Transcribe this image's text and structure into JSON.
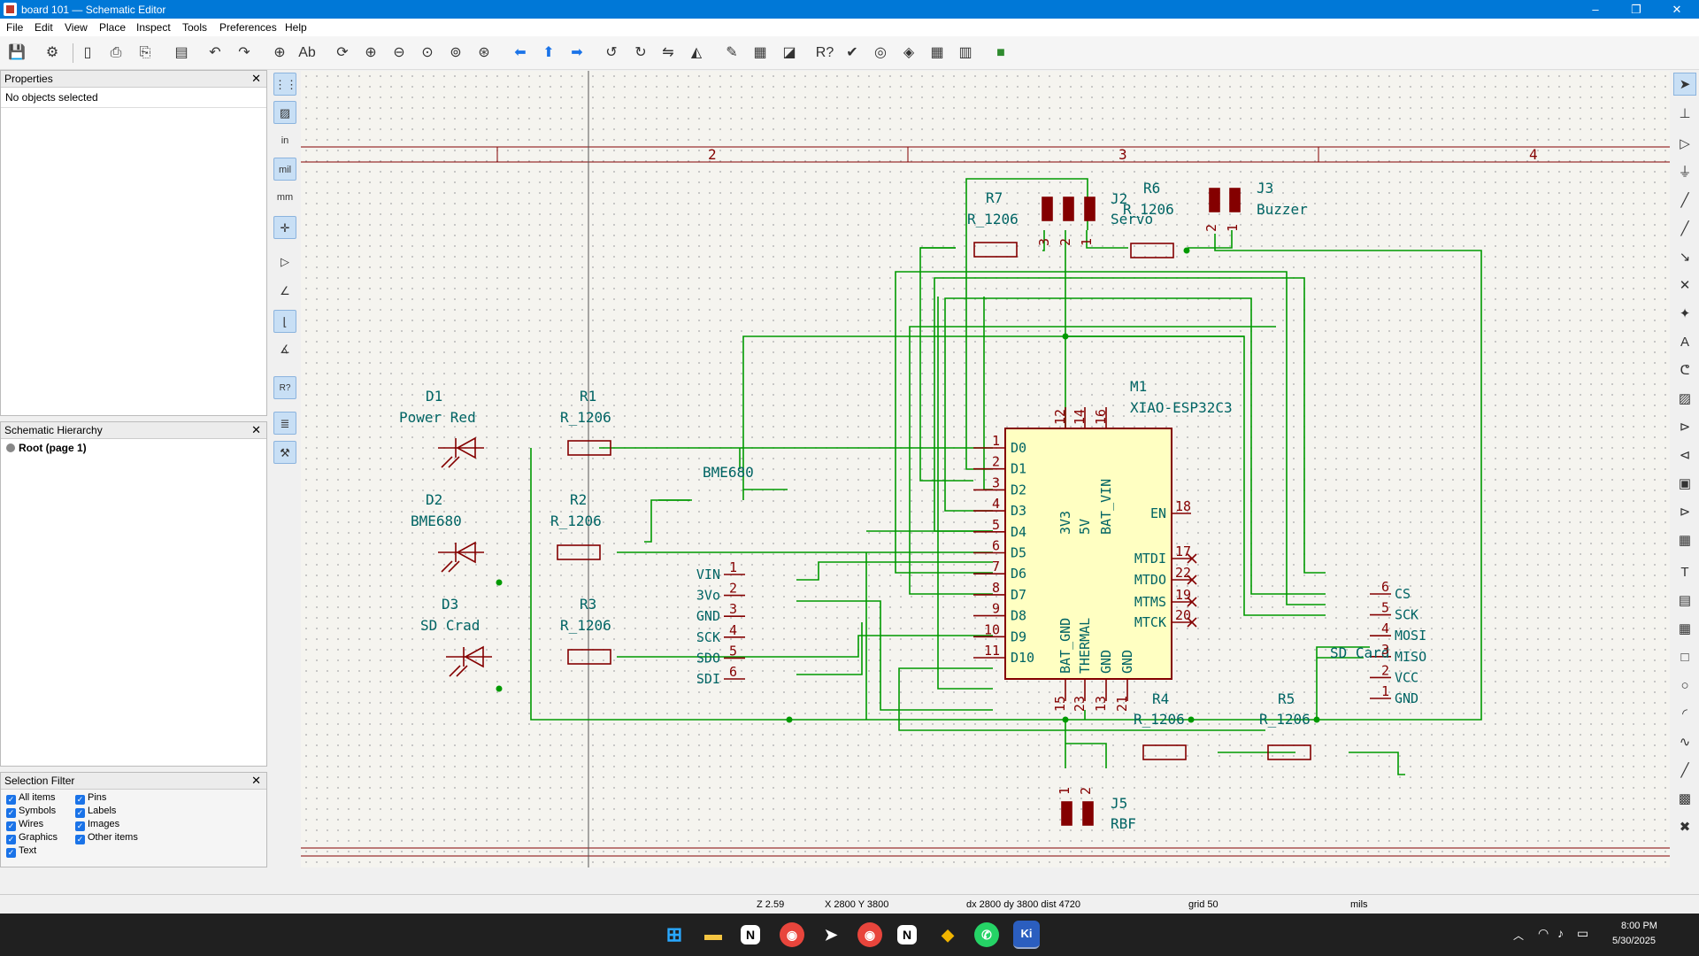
{
  "window": {
    "title": "board 101 — Schematic Editor",
    "minimize": "–",
    "maximize": "❐",
    "close": "✕"
  },
  "menu": [
    "File",
    "Edit",
    "View",
    "Place",
    "Inspect",
    "Tools",
    "Preferences",
    "Help"
  ],
  "properties": {
    "title": "Properties",
    "status": "No objects selected"
  },
  "hierarchy": {
    "title": "Schematic Hierarchy",
    "root": "Root (page 1)"
  },
  "selection_filter": {
    "title": "Selection Filter",
    "items": [
      {
        "label": "All items",
        "checked": true
      },
      {
        "label": "Pins",
        "checked": true
      },
      {
        "label": "Symbols",
        "checked": true
      },
      {
        "label": "Labels",
        "checked": true
      },
      {
        "label": "Wires",
        "checked": true
      },
      {
        "label": "Images",
        "checked": true
      },
      {
        "label": "Graphics",
        "checked": true
      },
      {
        "label": "Other items",
        "checked": true
      },
      {
        "label": "Text",
        "checked": true
      }
    ]
  },
  "units": {
    "in": "in",
    "mil": "mil",
    "mm": "mm"
  },
  "sheet_columns": [
    "2",
    "3",
    "4"
  ],
  "components": {
    "d1": {
      "ref": "D1",
      "value": "Power Red"
    },
    "d2": {
      "ref": "D2",
      "value": "BME680"
    },
    "d3": {
      "ref": "D3",
      "value": "SD Crad"
    },
    "r1": {
      "ref": "R1",
      "value": "R_1206"
    },
    "r2": {
      "ref": "R2",
      "value": "R_1206"
    },
    "r3": {
      "ref": "R3",
      "value": "R_1206"
    },
    "r4": {
      "ref": "R4",
      "value": "R_1206"
    },
    "r5": {
      "ref": "R5",
      "value": "R_1206"
    },
    "r6": {
      "ref": "R6",
      "value": "R_1206"
    },
    "r7": {
      "ref": "R7",
      "value": "R_1206"
    },
    "j2": {
      "ref": "J2",
      "value": "Servo"
    },
    "j3": {
      "ref": "J3",
      "value": "Buzzer"
    },
    "j5": {
      "ref": "J5",
      "value": "RBF"
    },
    "m1": {
      "ref": "M1",
      "value": "XIAO-ESP32C3",
      "left_pins": [
        "D0",
        "D1",
        "D2",
        "D3",
        "D4",
        "D5",
        "D6",
        "D7",
        "D8",
        "D9",
        "D10"
      ],
      "left_nums": [
        "1",
        "2",
        "3",
        "4",
        "5",
        "6",
        "7",
        "8",
        "9",
        "10",
        "11"
      ],
      "right_pins": [
        "EN",
        "MTDI",
        "MTDO",
        "MTMS",
        "MTCK"
      ],
      "right_nums": [
        "18",
        "17",
        "22",
        "19",
        "20"
      ],
      "top_pins": [
        "3V3",
        "5V",
        "BAT_VIN"
      ],
      "top_nums": [
        "12",
        "14",
        "16"
      ],
      "bottom_pins": [
        "BAT_GND",
        "THERMAL",
        "GND",
        "GND"
      ],
      "bottom_nums": [
        "15",
        "23",
        "13",
        "21"
      ]
    },
    "bme": {
      "name": "BME680",
      "pins": [
        "VIN",
        "3Vo",
        "GND",
        "SCK",
        "SDO",
        "SDI"
      ],
      "nums": [
        "1",
        "2",
        "3",
        "4",
        "5",
        "6"
      ]
    },
    "sd": {
      "name": "SD Card",
      "pins": [
        "CS",
        "SCK",
        "MOSI",
        "MISO",
        "VCC",
        "GND"
      ],
      "nums": [
        "6",
        "5",
        "4",
        "3",
        "2",
        "1"
      ]
    },
    "pin_nums": {
      "j2": [
        "3",
        "2",
        "1"
      ],
      "j3": [
        "2",
        "1"
      ],
      "j5": [
        "1",
        "2"
      ]
    }
  },
  "status": {
    "zoom": "Z 2.59",
    "coords": "X 2800  Y 3800",
    "delta": "dx 2800  dy 3800  dist 4720",
    "grid": "grid 50",
    "units": "mils"
  },
  "tray": {
    "time": "8:00 PM",
    "date": "5/30/2025"
  },
  "colors": {
    "wire": "#009900",
    "symbol": "#840000",
    "text": "#006464",
    "body": "#ffffc2",
    "accent": "#0078d7"
  }
}
